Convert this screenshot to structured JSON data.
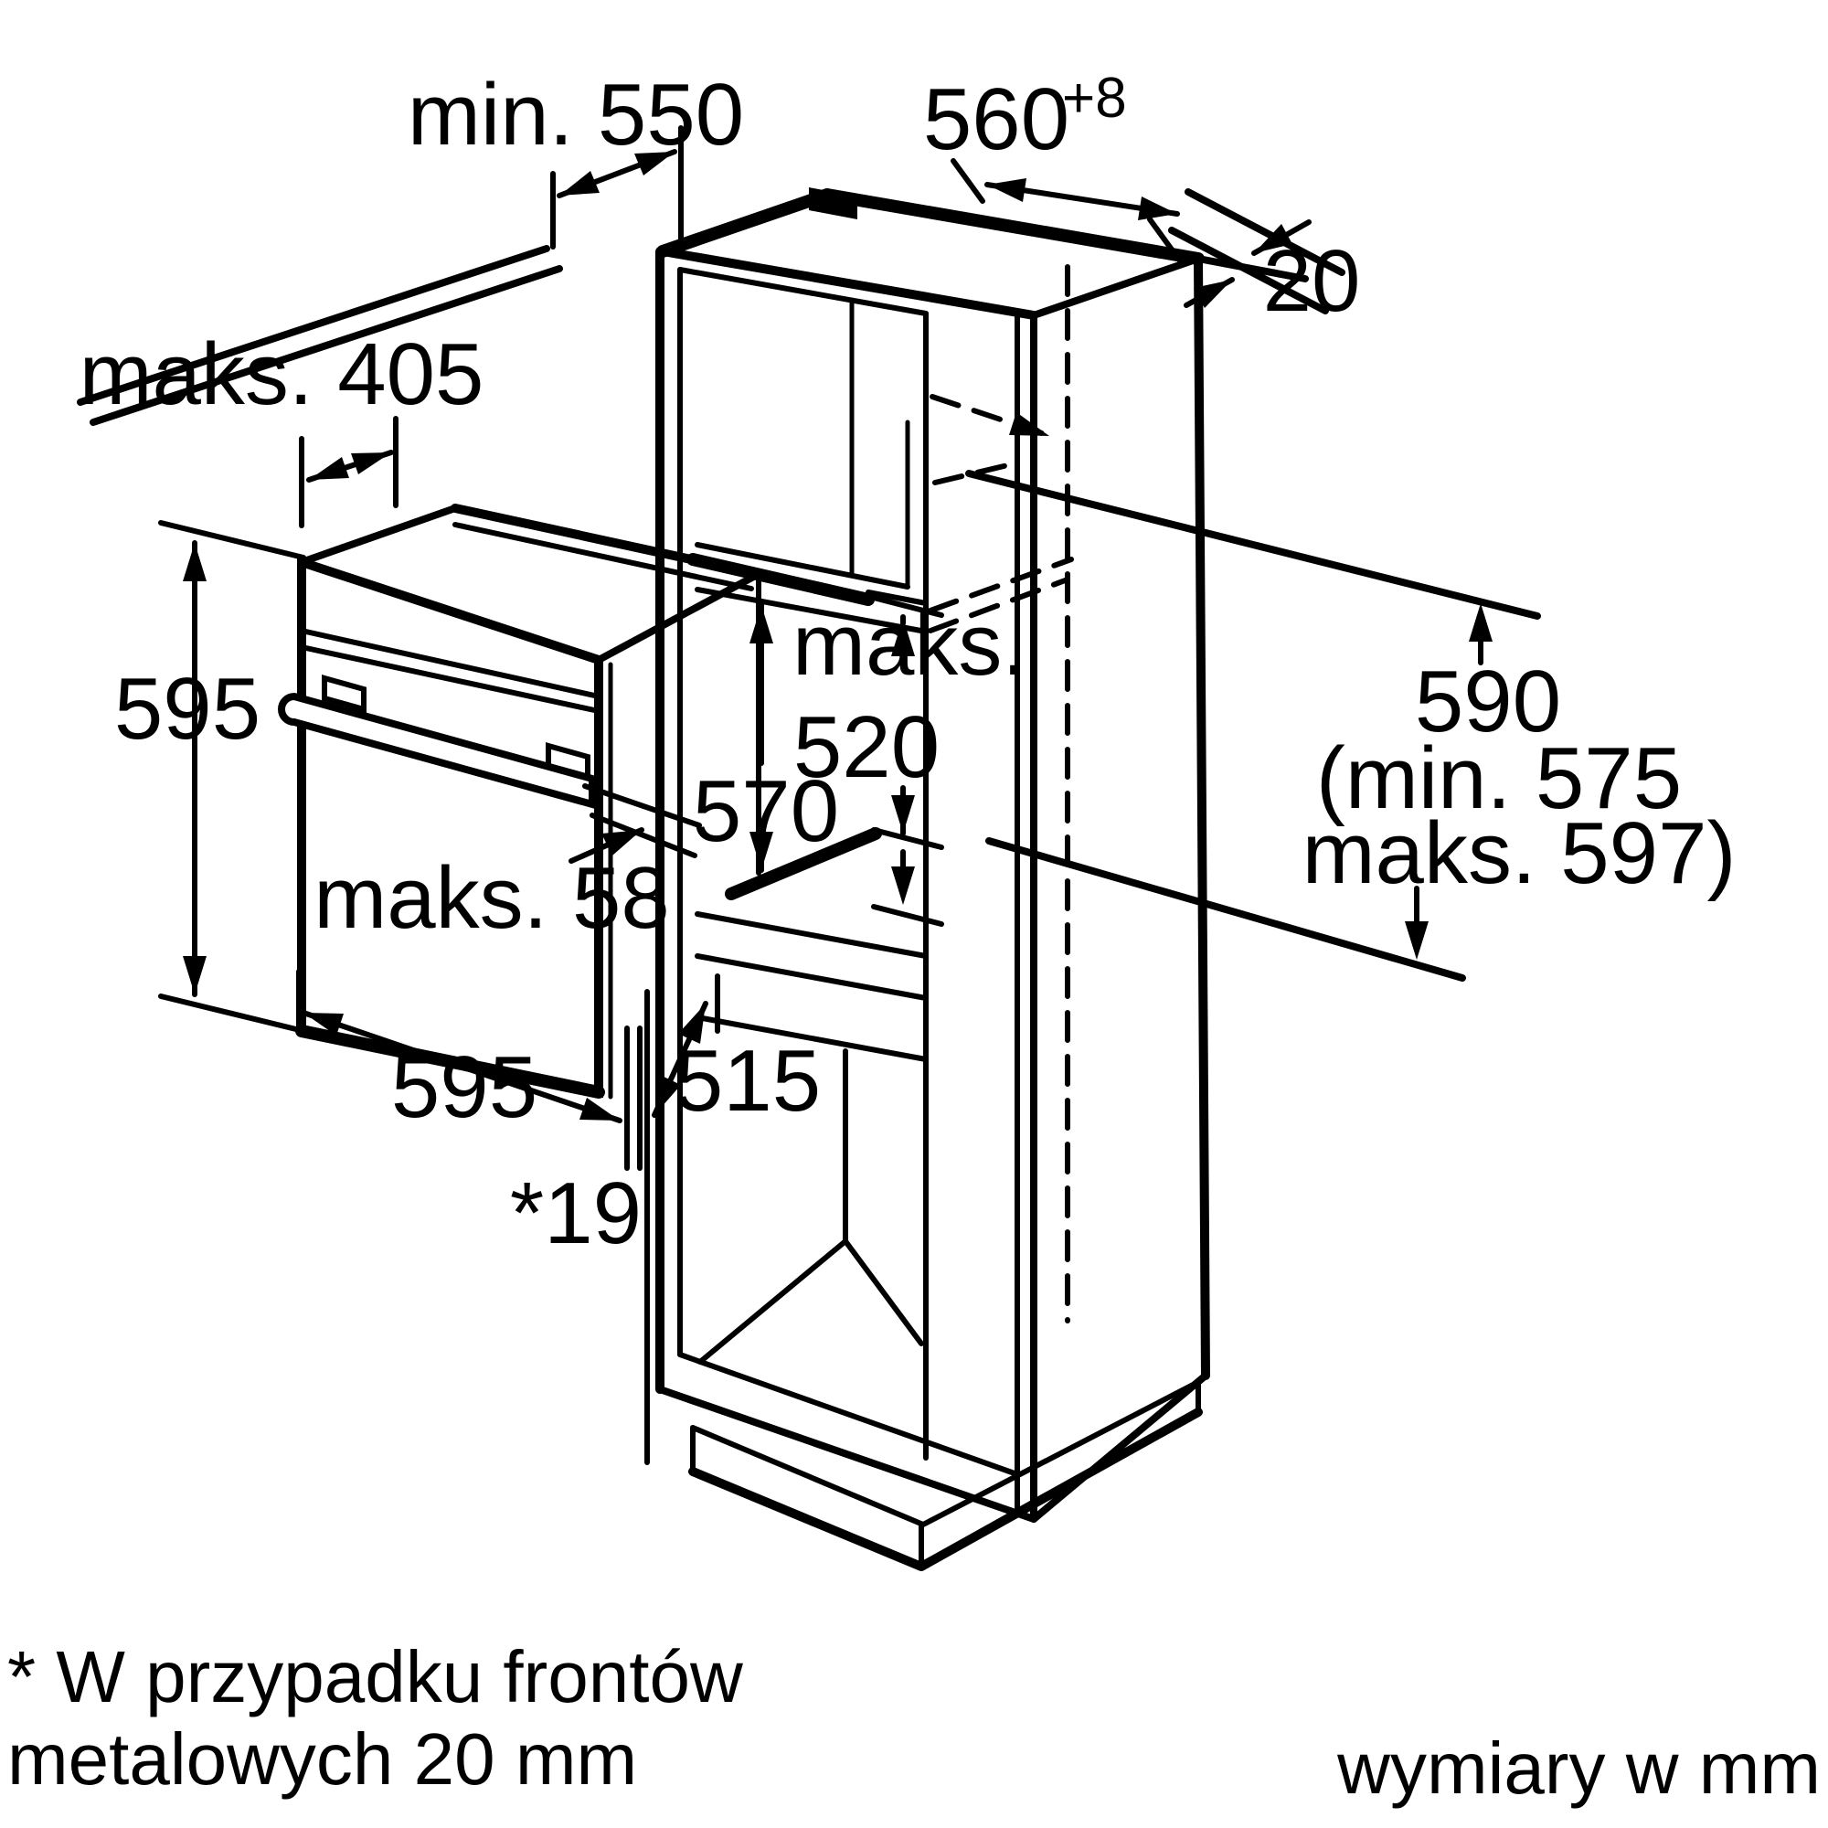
{
  "page": {
    "background_color": "#ffffff",
    "line_color": "#000000",
    "type": "installation-dimension-diagram"
  },
  "labels": {
    "min_top_depth": "min. 550",
    "niche_depth": "560",
    "niche_depth_tolerance": "+8",
    "rear_wall_gap": "20",
    "max_pullout_depth": "maks. 405",
    "oven_front_height": "595",
    "max_recess_word": "maks.",
    "max_recess_value": "520",
    "inner_niche_height": "570",
    "max_handle_depth": "maks. 58",
    "niche_height": "590",
    "niche_height_min": "(min. 575",
    "niche_height_max": "maks. 597)",
    "oven_width": "595",
    "inner_niche_depth": "515",
    "front_overhang": "*19"
  },
  "footnote": {
    "line1": "* W przypadku frontów",
    "line2": "metalowych 20 mm"
  },
  "units_note": "wymiary w mm"
}
